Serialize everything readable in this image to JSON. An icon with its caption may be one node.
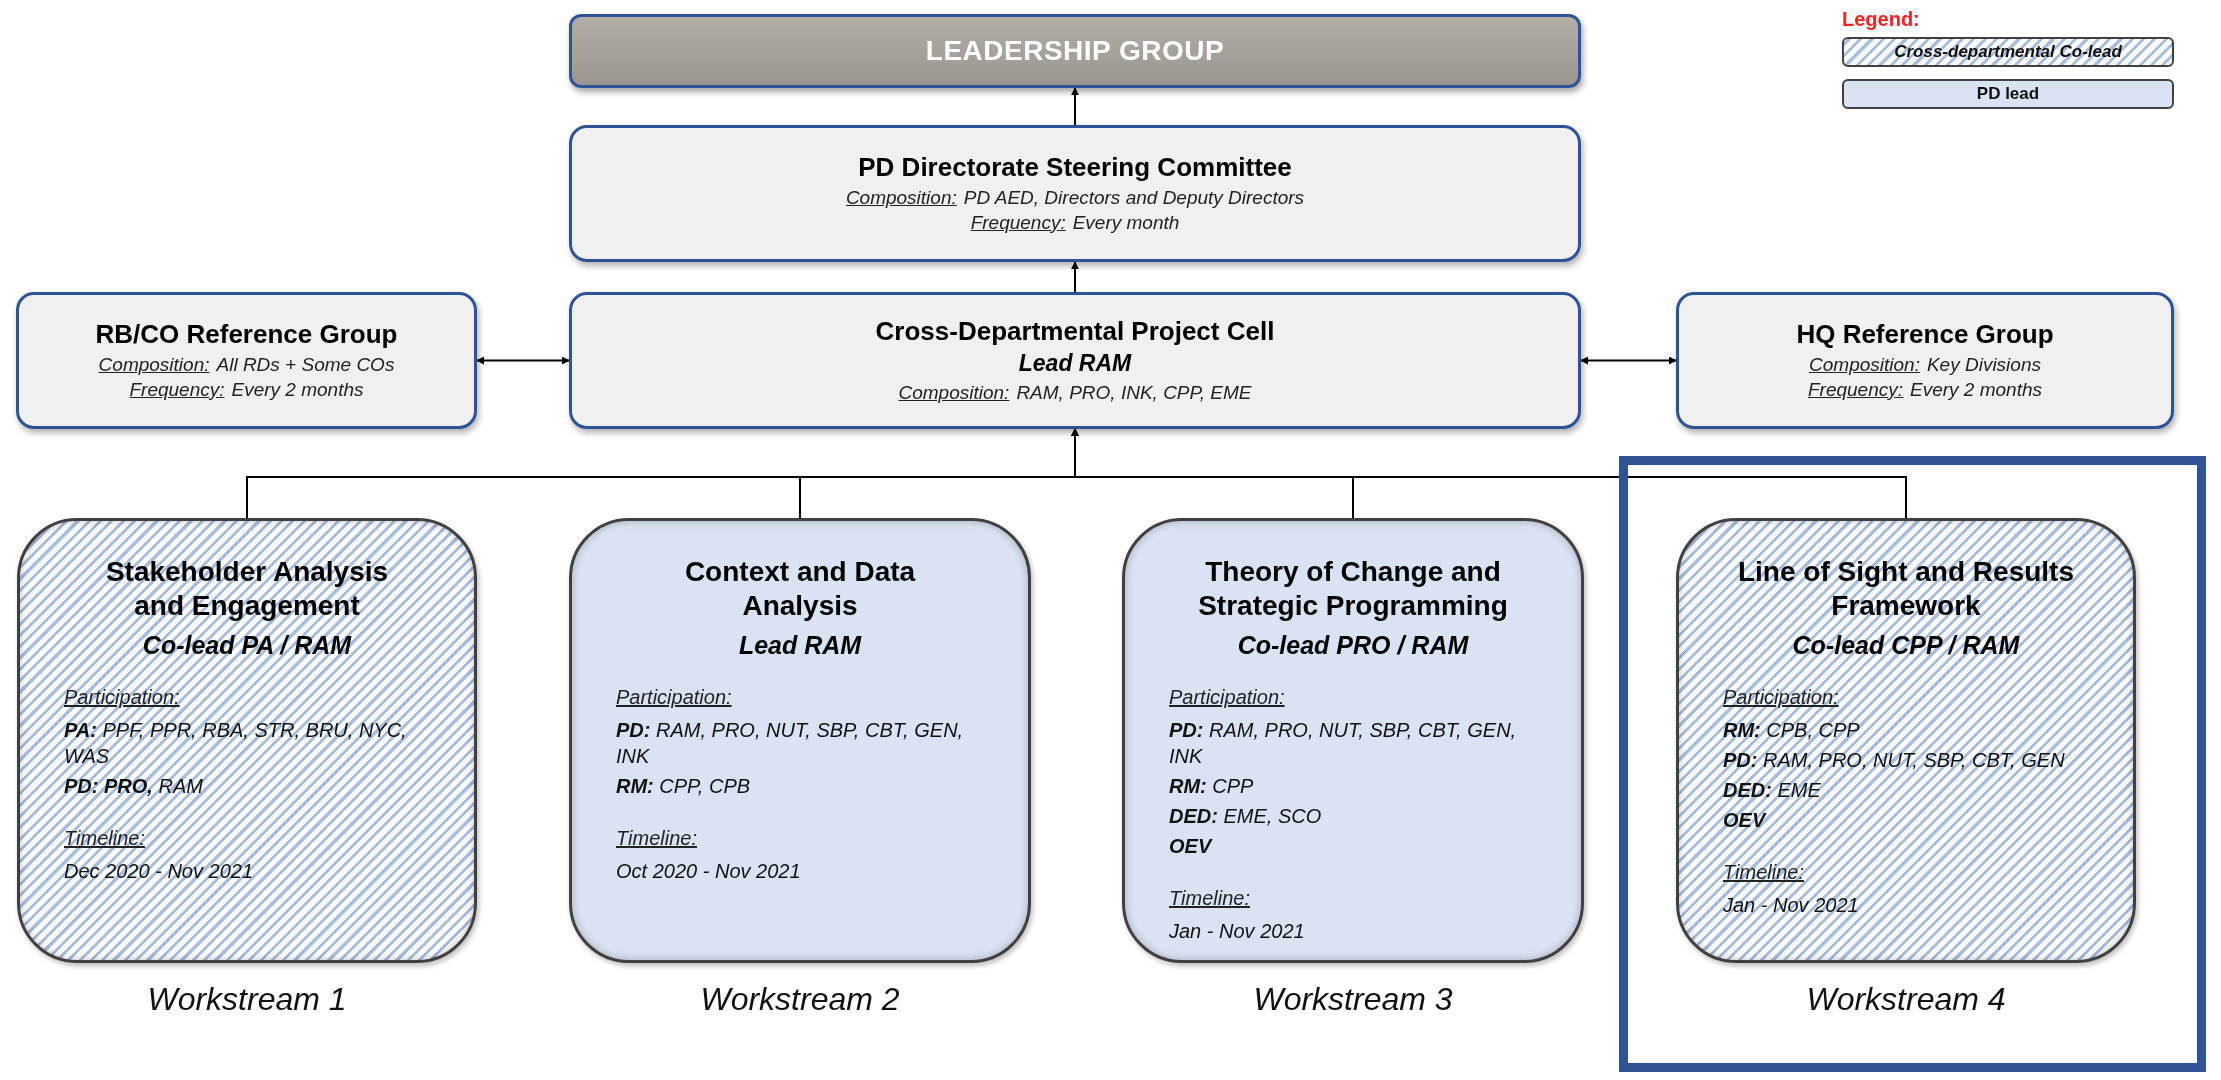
{
  "diagram": {
    "nodes": [
      {
        "text": [
          "LEADERSHIP GROUP"
        ]
      },
      {
        "text": [
          "PD Directorate Steering Committee",
          "Composition:",
          "PD AED, Directors and Deputy Directors",
          "Frequency:",
          "Every month"
        ]
      },
      {
        "text": [
          "RB/CO Reference Group",
          "Composition:",
          "All RDs + Some COs",
          "Frequency:",
          "Every 2 months"
        ]
      },
      {
        "text": [
          "Cross-Departmental Project Cell",
          "Lead RAM",
          "Composition:",
          "RAM, PRO, INK, CPP, EME"
        ]
      },
      {
        "text": [
          "HQ Reference Group",
          "Composition:",
          "Key Divisions",
          "Frequency:",
          "Every 2 months"
        ]
      },
      {
        "text": [
          "Stakeholder Analysis and Engagement",
          "Co-lead PA / RAM",
          "Participation:",
          "**PA:** PPF, PPR, RBA, STR, BRU, NYC, WAS",
          "**PD: PRO,** RAM",
          "Timeline:",
          "Dec 2020 - Nov 2021"
        ],
        "beside": [
          "Workstream 1"
        ]
      },
      {
        "text": [
          "Context and Data Analysis",
          "Lead RAM",
          "Participation:",
          "**PD:** RAM, PRO, NUT, SBP, CBT, GEN, INK",
          "**RM:** CPP, CPB",
          "Timeline:",
          "Oct 2020 - Nov 2021"
        ],
        "beside": [
          "Workstream 2"
        ]
      },
      {
        "text": [
          "Theory of Change and Strategic Programming",
          "Co-lead PRO / RAM",
          "Participation:",
          "**PD:** RAM, PRO, NUT, SBP, CBT, GEN, INK",
          "**RM:** CPP",
          "**DED:** EME, SCO",
          "OEV",
          "Timeline:",
          "Jan - Nov 2021"
        ],
        "beside": [
          "Workstream 3"
        ]
      },
      {
        "text": [],
        "shape": "box"
      },
      {
        "text": [
          "Line of Sight and Results Framework",
          "Co-lead CPP / RAM",
          "Participation:",
          "**RM:** CPB, CPP",
          "**PD:** RAM, PRO, NUT, SBP, CBT, GEN",
          "**DED:** EME",
          "OEV",
          "Timeline:",
          "Jan - Nov 2021"
        ],
        "beside": [
          "Workstream 4"
        ],
        "in": 8
      }
    ],
    "edges": [
      {
        "from": 1,
        "to": 0,
        "arrow": "to"
      },
      {
        "from": 3,
        "to": 1,
        "arrow": "to"
      },
      {
        "from": 2,
        "to": 3,
        "arrow": "both"
      },
      {
        "from": 3,
        "to": 4,
        "arrow": "both"
      },
      {
        "from": 5,
        "to": 3,
        "arrow": "to"
      },
      {
        "from": 6,
        "to": 3,
        "arrow": "to"
      },
      {
        "from": 7,
        "to": 3,
        "arrow": "to"
      },
      {
        "from": 9,
        "to": 3,
        "arrow": "to"
      }
    ],
    "labels": [
      "Legend:"
    ],
    "legend": [
      {
        "text": "Cross-departmental Co-lead"
      },
      {
        "text": "PD lead",
        "color": "#dae3f3"
      }
    ]
  }
}
